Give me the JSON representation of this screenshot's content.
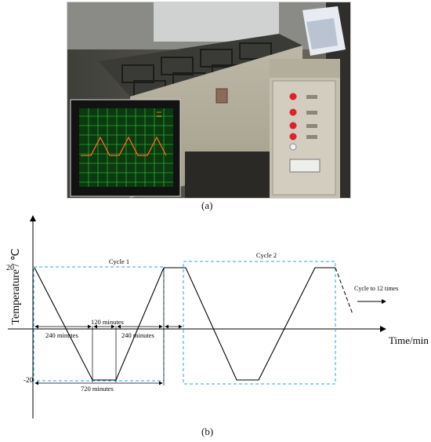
{
  "caption_a": "(a)",
  "caption_b": "(b)",
  "diagram": {
    "y_axis_label": "Temperature / ℃",
    "x_axis_label": "Time/min",
    "y_tick_top": "20",
    "y_tick_bottom": "-20",
    "cycle1_label": "Cycle 1",
    "cycle2_label": "Cycle 2",
    "cycle_repeat_label": "Cycle to 12 times",
    "dim_ramp_down": "240  minutes",
    "dim_hold": "120  minutes",
    "dim_ramp_up": "240  minutes",
    "dim_total": "720  minutes"
  },
  "colors": {
    "cycle_box": "#2aa7d9",
    "curve": "#000000",
    "monitor_bg": "#0b3a10",
    "monitor_grid": "#3fcf3f",
    "monitor_curve": "#ff6a1a"
  }
}
